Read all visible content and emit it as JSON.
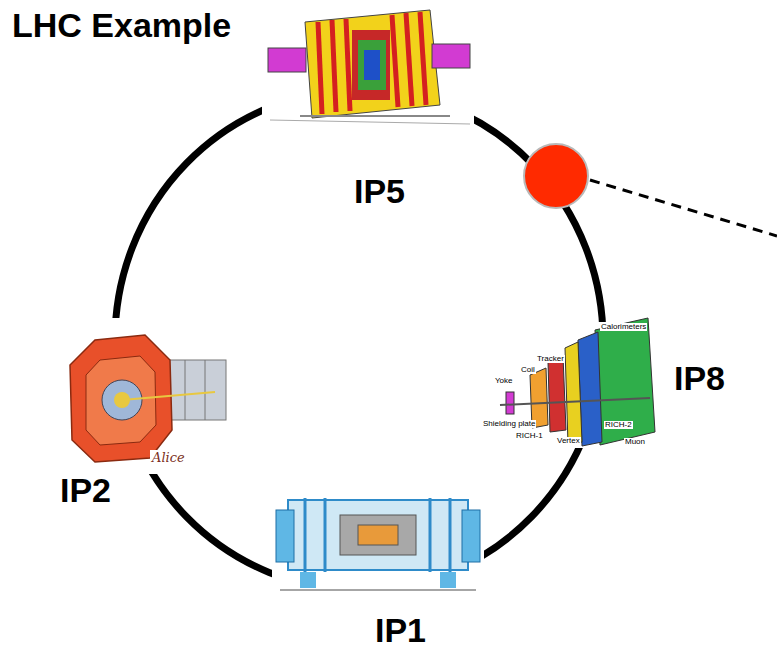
{
  "diagram": {
    "title": "LHC Example",
    "labels": [
      "IP5",
      "IP8",
      "IP2",
      "IP1",
      "Alice",
      "Calorimeters",
      "Tracker",
      "Coil",
      "Yoke",
      "Shielding plate",
      "RICH-1",
      "Vertex",
      "RICH-2",
      "Muon"
    ]
  }
}
